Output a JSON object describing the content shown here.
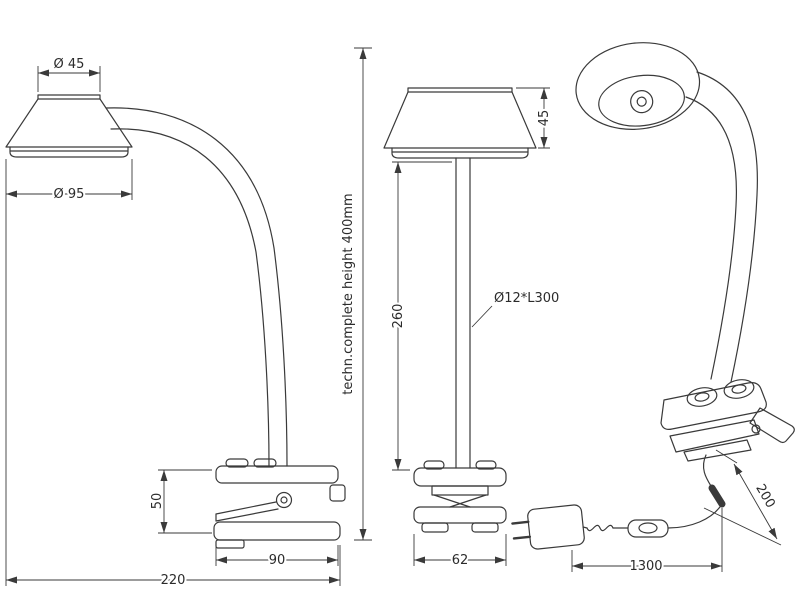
{
  "colors": {
    "background": "#ffffff",
    "line": "#3a3a3a",
    "text": "#2b2b2b"
  },
  "dimensions": {
    "head_top_diameter": "Ø 45",
    "head_base_diameter": "Ø 95",
    "clamp_height": "50",
    "clamp_depth": "90",
    "overall_depth": "220",
    "complete_height_note": "techn.complete height 400mm",
    "pole_length": "260",
    "shade_height": "45",
    "pole_spec": "Ø12*L300",
    "clamp_width": "62",
    "cable_length": "1300",
    "plug_cable_length": "200"
  }
}
